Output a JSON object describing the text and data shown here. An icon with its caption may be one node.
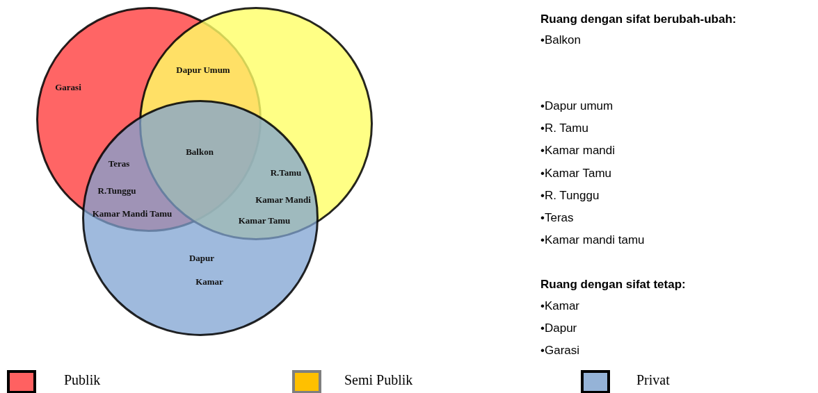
{
  "diagram": {
    "nodes": [
      {
        "text": [],
        "shape": "circle"
      },
      {
        "text": [],
        "shape": "circle"
      },
      {
        "text": [],
        "shape": "circle"
      }
    ],
    "edges": [],
    "labels": [
      "Dapur Umum",
      "Garasi",
      "Balkon",
      "Teras",
      "R.Tamu",
      "R.Tunggu",
      "Kamar Mandi",
      "Kamar Mandi Tamu",
      "Kamar Tamu",
      "Dapur",
      "Kamar",
      "Ruang dengan sifat berubah-ubah:",
      "•Balkon",
      "•Dapur umum",
      "•R. Tamu",
      "•Kamar mandi",
      "•Kamar Tamu",
      "•R. Tunggu",
      "•Teras",
      "•Kamar mandi tamu",
      "Ruang dengan sifat tetap:",
      "•Kamar",
      "•Dapur",
      "•Garasi"
    ],
    "legend": [
      {
        "text": "Publik",
        "color": "#ff6161"
      },
      {
        "text": "Semi Publik",
        "color": "#ffc000"
      },
      {
        "text": "Privat",
        "color": "#95b3d7"
      }
    ]
  }
}
